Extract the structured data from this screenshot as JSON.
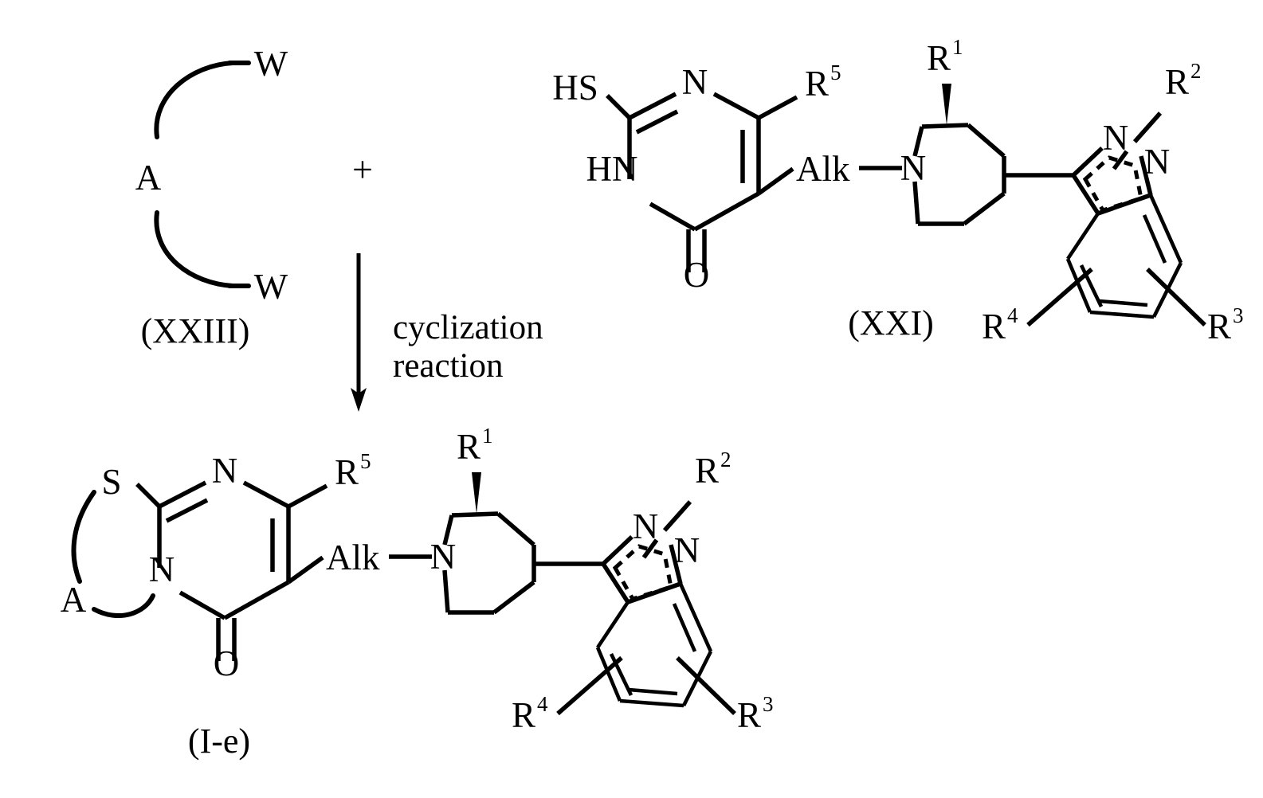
{
  "scheme": {
    "title": "cyclization reaction scheme",
    "plus_sign": "+",
    "arrow_conditions": {
      "line1": "cyclization",
      "line2": "reaction"
    },
    "reactant_a": {
      "label": "(XXIII)",
      "atoms": {
        "core": "A",
        "leaving_top": "W",
        "leaving_bottom": "W"
      }
    },
    "reactant_b": {
      "label": "(XXI)",
      "atoms": {
        "thiol": "HS",
        "ring_n_top": "N",
        "ring_nh": "HN",
        "carbonyl_o": "O",
        "linker": "Alk",
        "piperidine_n": "N",
        "pyrazole_n1": "N",
        "pyrazole_n2": "N"
      },
      "substituents": {
        "r1_base": "R",
        "r1_sup": "1",
        "r2_base": "R",
        "r2_sup": "2",
        "r3_base": "R",
        "r3_sup": "3",
        "r4_base": "R",
        "r4_sup": "4",
        "r5_base": "R",
        "r5_sup": "5"
      }
    },
    "product": {
      "label": "(I-e)",
      "atoms": {
        "sulfur": "S",
        "fused_a": "A",
        "ring_n_top": "N",
        "ring_n_bridge": "N",
        "carbonyl_o": "O",
        "linker": "Alk",
        "piperidine_n": "N",
        "pyrazole_n1": "N",
        "pyrazole_n2": "N"
      },
      "substituents": {
        "r1_base": "R",
        "r1_sup": "1",
        "r2_base": "R",
        "r2_sup": "2",
        "r3_base": "R",
        "r3_sup": "3",
        "r4_base": "R",
        "r4_sup": "4",
        "r5_base": "R",
        "r5_sup": "5"
      }
    }
  },
  "colors": {
    "ink": "#000000",
    "background": "#ffffff"
  }
}
